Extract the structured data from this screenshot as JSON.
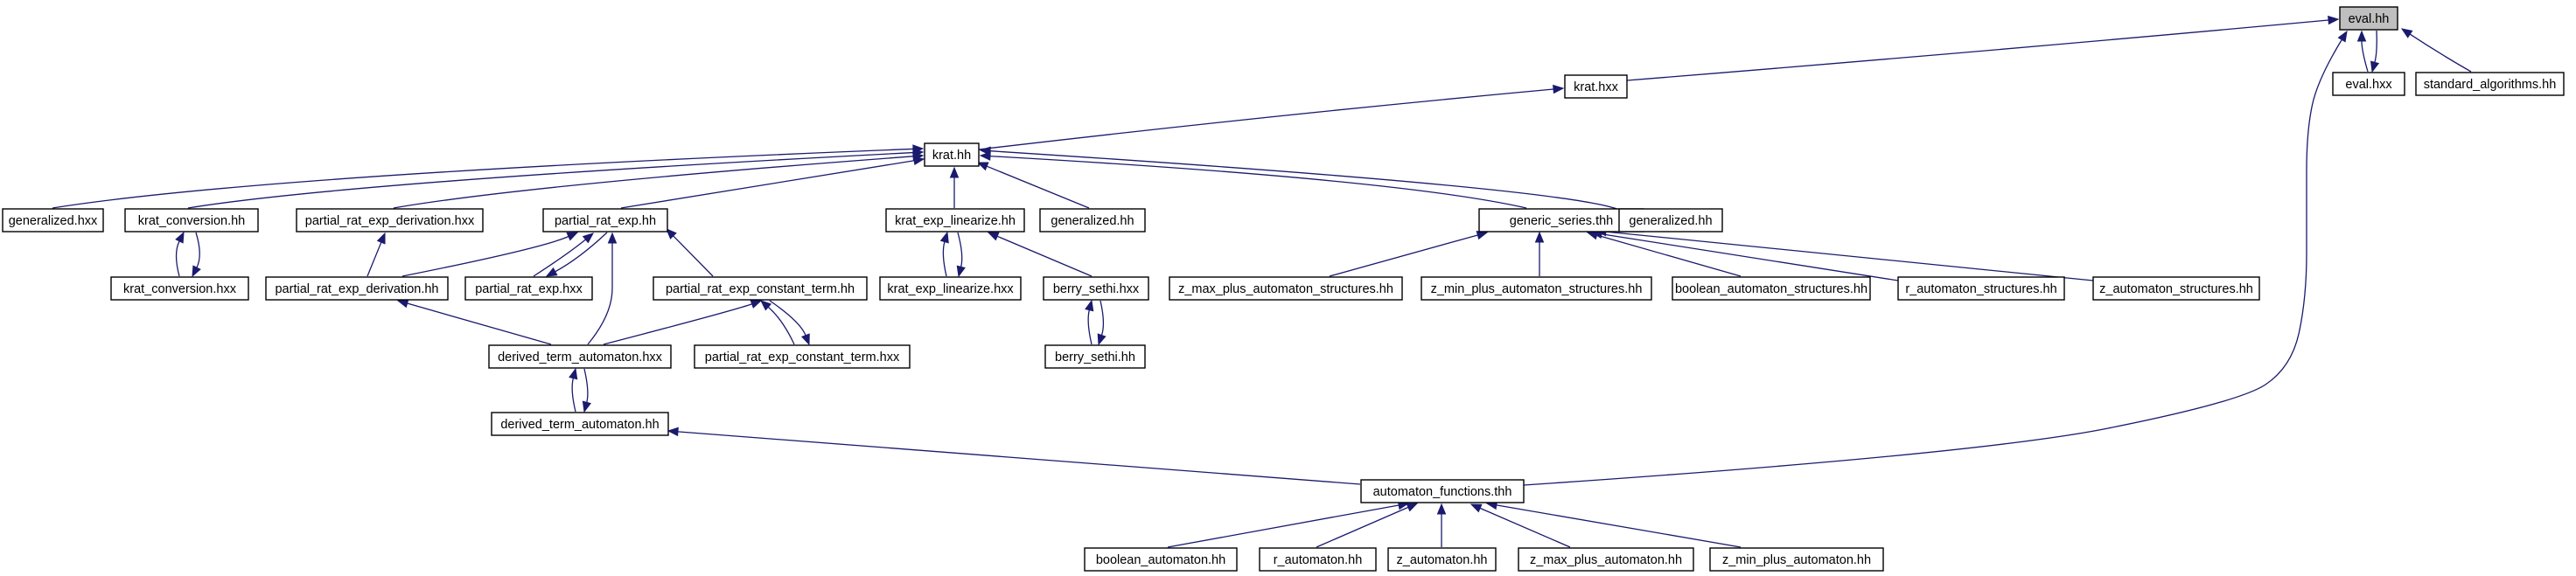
{
  "graph": {
    "edge_color": "#1a1a6e",
    "root_fill": "#bfbfbf",
    "node_fill": "#ffffff",
    "nodes": [
      {
        "id": "eval_hh",
        "label": "eval.hh",
        "root": true
      },
      {
        "id": "eval_hxx",
        "label": "eval.hxx"
      },
      {
        "id": "standard_algorithms_hh",
        "label": "standard_algorithms.hh"
      },
      {
        "id": "krat_hxx",
        "label": "krat.hxx"
      },
      {
        "id": "krat_hh",
        "label": "krat.hh"
      },
      {
        "id": "generalized_hxx",
        "label": "generalized.hxx"
      },
      {
        "id": "krat_conversion_hh",
        "label": "krat_conversion.hh"
      },
      {
        "id": "partial_rat_exp_derivation_hxx",
        "label": "partial_rat_exp_derivation.hxx"
      },
      {
        "id": "partial_rat_exp_hh",
        "label": "partial_rat_exp.hh"
      },
      {
        "id": "krat_exp_linearize_hh",
        "label": "krat_exp_linearize.hh"
      },
      {
        "id": "generalized_hh_a",
        "label": "generalized.hh"
      },
      {
        "id": "generic_series_thh",
        "label": "generic_series.thh"
      },
      {
        "id": "generalized_hh_b",
        "label": "generalized.hh"
      },
      {
        "id": "krat_conversion_hxx",
        "label": "krat_conversion.hxx"
      },
      {
        "id": "partial_rat_exp_derivation_hh",
        "label": "partial_rat_exp_derivation.hh"
      },
      {
        "id": "partial_rat_exp_hxx",
        "label": "partial_rat_exp.hxx"
      },
      {
        "id": "partial_rat_exp_constant_term_hh",
        "label": "partial_rat_exp_constant_term.hh"
      },
      {
        "id": "krat_exp_linearize_hxx",
        "label": "krat_exp_linearize.hxx"
      },
      {
        "id": "berry_sethi_hxx",
        "label": "berry_sethi.hxx"
      },
      {
        "id": "z_max_plus_automaton_structures_hh",
        "label": "z_max_plus_automaton_structures.hh"
      },
      {
        "id": "z_min_plus_automaton_structures_hh",
        "label": "z_min_plus_automaton_structures.hh"
      },
      {
        "id": "boolean_automaton_structures_hh",
        "label": "boolean_automaton_structures.hh"
      },
      {
        "id": "r_automaton_structures_hh",
        "label": "r_automaton_structures.hh"
      },
      {
        "id": "z_automaton_structures_hh",
        "label": "z_automaton_structures.hh"
      },
      {
        "id": "derived_term_automaton_hxx",
        "label": "derived_term_automaton.hxx"
      },
      {
        "id": "partial_rat_exp_constant_term_hxx",
        "label": "partial_rat_exp_constant_term.hxx"
      },
      {
        "id": "berry_sethi_hh",
        "label": "berry_sethi.hh"
      },
      {
        "id": "derived_term_automaton_hh",
        "label": "derived_term_automaton.hh"
      },
      {
        "id": "automaton_functions_thh",
        "label": "automaton_functions.thh"
      },
      {
        "id": "boolean_automaton_hh",
        "label": "boolean_automaton.hh"
      },
      {
        "id": "r_automaton_hh",
        "label": "r_automaton.hh"
      },
      {
        "id": "z_automaton_hh",
        "label": "z_automaton.hh"
      },
      {
        "id": "z_max_plus_automaton_hh",
        "label": "z_max_plus_automaton.hh"
      },
      {
        "id": "z_min_plus_automaton_hh",
        "label": "z_min_plus_automaton.hh"
      }
    ],
    "edges": [
      {
        "from": "eval_hxx",
        "to": "eval_hh"
      },
      {
        "from": "eval_hh",
        "to": "eval_hxx"
      },
      {
        "from": "standard_algorithms_hh",
        "to": "eval_hh"
      },
      {
        "from": "krat_hxx",
        "to": "eval_hh"
      },
      {
        "from": "automaton_functions_thh",
        "to": "eval_hh"
      },
      {
        "from": "krat_hh",
        "to": "krat_hxx"
      },
      {
        "from": "generalized_hxx",
        "to": "krat_hh"
      },
      {
        "from": "krat_conversion_hh",
        "to": "krat_hh"
      },
      {
        "from": "partial_rat_exp_derivation_hxx",
        "to": "krat_hh"
      },
      {
        "from": "partial_rat_exp_hh",
        "to": "krat_hh"
      },
      {
        "from": "krat_exp_linearize_hh",
        "to": "krat_hh"
      },
      {
        "from": "generalized_hh_a",
        "to": "krat_hh"
      },
      {
        "from": "generic_series_thh",
        "to": "krat_hh"
      },
      {
        "from": "generalized_hh_b",
        "to": "krat_hh"
      },
      {
        "from": "krat_conversion_hxx",
        "to": "krat_conversion_hh"
      },
      {
        "from": "krat_conversion_hh",
        "to": "krat_conversion_hxx"
      },
      {
        "from": "partial_rat_exp_derivation_hh",
        "to": "partial_rat_exp_derivation_hxx"
      },
      {
        "from": "partial_rat_exp_derivation_hh",
        "to": "partial_rat_exp_hh"
      },
      {
        "from": "partial_rat_exp_hxx",
        "to": "partial_rat_exp_hh"
      },
      {
        "from": "partial_rat_exp_hh",
        "to": "partial_rat_exp_hxx"
      },
      {
        "from": "partial_rat_exp_constant_term_hh",
        "to": "partial_rat_exp_hh"
      },
      {
        "from": "derived_term_automaton_hxx",
        "to": "partial_rat_exp_hh"
      },
      {
        "from": "derived_term_automaton_hxx",
        "to": "partial_rat_exp_derivation_hh"
      },
      {
        "from": "derived_term_automaton_hxx",
        "to": "partial_rat_exp_constant_term_hh"
      },
      {
        "from": "partial_rat_exp_constant_term_hxx",
        "to": "partial_rat_exp_constant_term_hh"
      },
      {
        "from": "partial_rat_exp_constant_term_hh",
        "to": "partial_rat_exp_constant_term_hxx"
      },
      {
        "from": "krat_exp_linearize_hxx",
        "to": "krat_exp_linearize_hh"
      },
      {
        "from": "krat_exp_linearize_hh",
        "to": "krat_exp_linearize_hxx"
      },
      {
        "from": "berry_sethi_hxx",
        "to": "krat_exp_linearize_hh"
      },
      {
        "from": "berry_sethi_hh",
        "to": "berry_sethi_hxx"
      },
      {
        "from": "berry_sethi_hxx",
        "to": "berry_sethi_hh"
      },
      {
        "from": "z_max_plus_automaton_structures_hh",
        "to": "generic_series_thh"
      },
      {
        "from": "z_min_plus_automaton_structures_hh",
        "to": "generic_series_thh"
      },
      {
        "from": "boolean_automaton_structures_hh",
        "to": "generic_series_thh"
      },
      {
        "from": "r_automaton_structures_hh",
        "to": "generic_series_thh"
      },
      {
        "from": "z_automaton_structures_hh",
        "to": "generic_series_thh"
      },
      {
        "from": "derived_term_automaton_hh",
        "to": "derived_term_automaton_hxx"
      },
      {
        "from": "derived_term_automaton_hxx",
        "to": "derived_term_automaton_hh"
      },
      {
        "from": "automaton_functions_thh",
        "to": "derived_term_automaton_hh"
      },
      {
        "from": "boolean_automaton_hh",
        "to": "automaton_functions_thh"
      },
      {
        "from": "r_automaton_hh",
        "to": "automaton_functions_thh"
      },
      {
        "from": "z_automaton_hh",
        "to": "automaton_functions_thh"
      },
      {
        "from": "z_max_plus_automaton_hh",
        "to": "automaton_functions_thh"
      },
      {
        "from": "z_min_plus_automaton_hh",
        "to": "automaton_functions_thh"
      }
    ]
  }
}
